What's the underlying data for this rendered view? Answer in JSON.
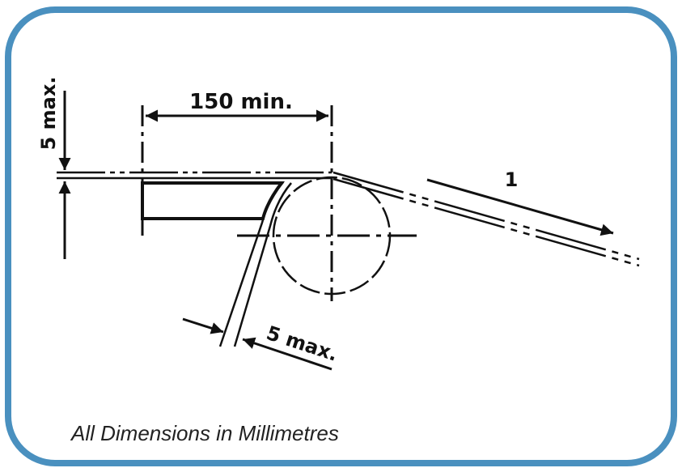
{
  "labels": {
    "top_dimension": "150 min.",
    "left_dimension": "5 max.",
    "lower_dimension": "5 max.",
    "direction_marker": "1"
  },
  "footnote": "All Dimensions in Millimetres",
  "colors": {
    "frame_border": "#4a90bf",
    "line": "#111111",
    "background": "#ffffff"
  }
}
